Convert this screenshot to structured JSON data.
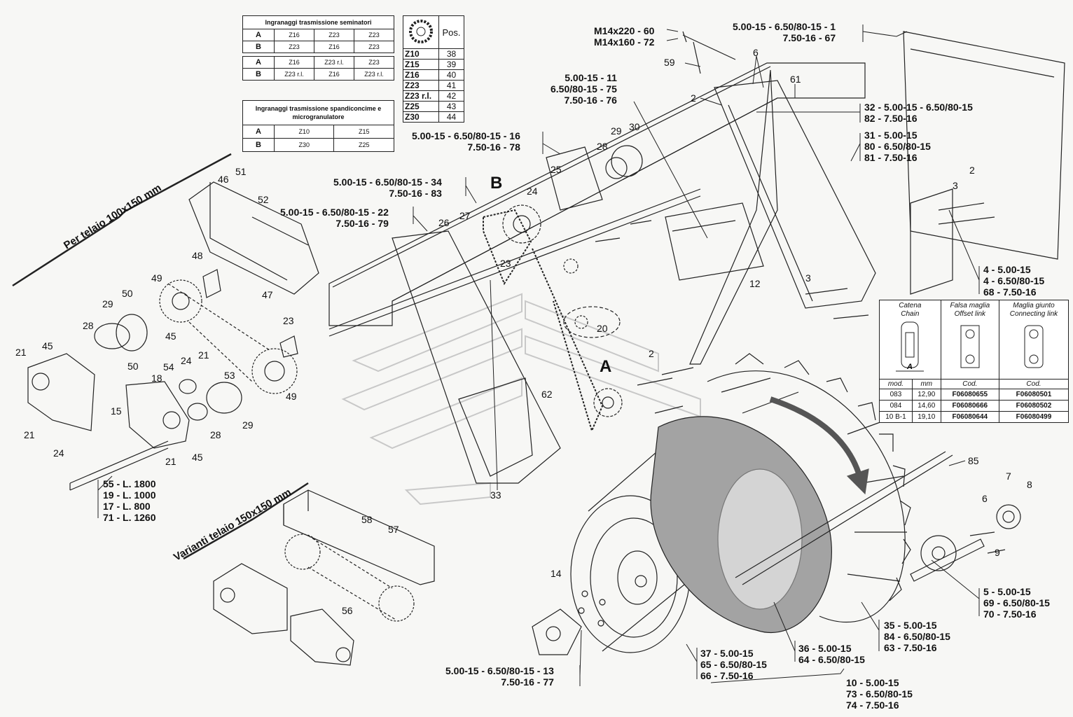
{
  "tables": {
    "seed_gears": {
      "header": "Ingranaggi trasmissione seminatori",
      "rows": [
        [
          "A",
          "Z16",
          "Z23",
          "Z23"
        ],
        [
          "B",
          "Z23",
          "Z16",
          "Z23"
        ],
        [
          "A",
          "Z16",
          "Z23 r.l.",
          "Z23"
        ],
        [
          "B",
          "Z23 r.l.",
          "Z16",
          "Z23 r.l."
        ]
      ]
    },
    "fert_gears": {
      "header": "Ingranaggi trasmissione spandiconcime e microgranulatore",
      "rows": [
        [
          "A",
          "Z10",
          "Z15"
        ],
        [
          "B",
          "Z30",
          "Z25"
        ]
      ]
    },
    "sprockets": {
      "header": "Pos.",
      "rows": [
        [
          "Z10",
          "38"
        ],
        [
          "Z15",
          "39"
        ],
        [
          "Z16",
          "40"
        ],
        [
          "Z23",
          "41"
        ],
        [
          "Z23 r.l.",
          "42"
        ],
        [
          "Z25",
          "43"
        ],
        [
          "Z30",
          "44"
        ]
      ]
    },
    "chain": {
      "headers": [
        "Catena\nChain",
        "Falsa maglia\nOffset link",
        "Maglia giunto\nConnecting link"
      ],
      "dim_label": "A",
      "col_headers": [
        "mod.",
        "mm",
        "Cod.",
        "Cod."
      ],
      "rows": [
        [
          "083",
          "12,90",
          "F06080655",
          "F06080501"
        ],
        [
          "084",
          "14,60",
          "F06080666",
          "F06080502"
        ],
        [
          "10 B-1",
          "19,10",
          "F06080644",
          "F06080499"
        ]
      ]
    }
  },
  "titles": {
    "frame_100": "Per telaio 100x150 mm",
    "frame_150": "Varianti telaio 150x150 mm"
  },
  "markers": {
    "a": "A",
    "b": "B"
  },
  "callouts": {
    "bolt": [
      "M14x220 - 60",
      "M14x160 - 72"
    ],
    "r1": [
      "5.00-15 - 6.50/80-15 - 1",
      "7.50-16 - 67"
    ],
    "r11": [
      "5.00-15 - 11",
      "6.50/80-15 - 75",
      "7.50-16 - 76"
    ],
    "r16": [
      "5.00-15 - 6.50/80-15 - 16",
      "7.50-16 - 78"
    ],
    "r34": [
      "5.00-15 - 6.50/80-15 - 34",
      "7.50-16 - 83"
    ],
    "r22": [
      "5.00-15 - 6.50/80-15 - 22",
      "7.50-16 - 79"
    ],
    "r32": [
      "32 - 5.00-15 - 6.50/80-15",
      "82 - 7.50-16"
    ],
    "r31": [
      "31 - 5.00-15",
      "80 - 6.50/80-15",
      "81 - 7.50-16"
    ],
    "r4": [
      "4   - 5.00-15",
      "4   - 6.50/80-15",
      "68 - 7.50-16"
    ],
    "r5": [
      "5   - 5.00-15",
      "69 - 6.50/80-15",
      "70 - 7.50-16"
    ],
    "r35": [
      "35 - 5.00-15",
      "84 - 6.50/80-15",
      "63 - 7.50-16"
    ],
    "r36": [
      "36 - 5.00-15",
      "64 - 6.50/80-15"
    ],
    "r37": [
      "37 - 5.00-15",
      "65 - 6.50/80-15",
      "66 - 7.50-16"
    ],
    "r10": [
      "10 - 5.00-15",
      "73 - 6.50/80-15",
      "74 - 7.50-16"
    ],
    "r13": [
      "5.00-15 - 6.50/80-15 - 13",
      "7.50-16 - 77"
    ],
    "r55": [
      "55 - L. 1800",
      "19 - L. 1000",
      "17 - L. 800",
      "71 - L. 1260"
    ]
  },
  "part_numbers": [
    "59",
    "6",
    "61",
    "2",
    "29",
    "30",
    "28",
    "25",
    "24",
    "26",
    "27",
    "23",
    "2",
    "3",
    "12",
    "3",
    "20",
    "2",
    "62",
    "33",
    "46",
    "51",
    "52",
    "48",
    "47",
    "49",
    "50",
    "29",
    "28",
    "45",
    "21",
    "45",
    "23",
    "21",
    "24",
    "54",
    "18",
    "53",
    "49",
    "50",
    "15",
    "29",
    "28",
    "45",
    "21",
    "24",
    "21",
    "58",
    "57",
    "56",
    "85",
    "7",
    "8",
    "6",
    "9",
    "14"
  ]
}
